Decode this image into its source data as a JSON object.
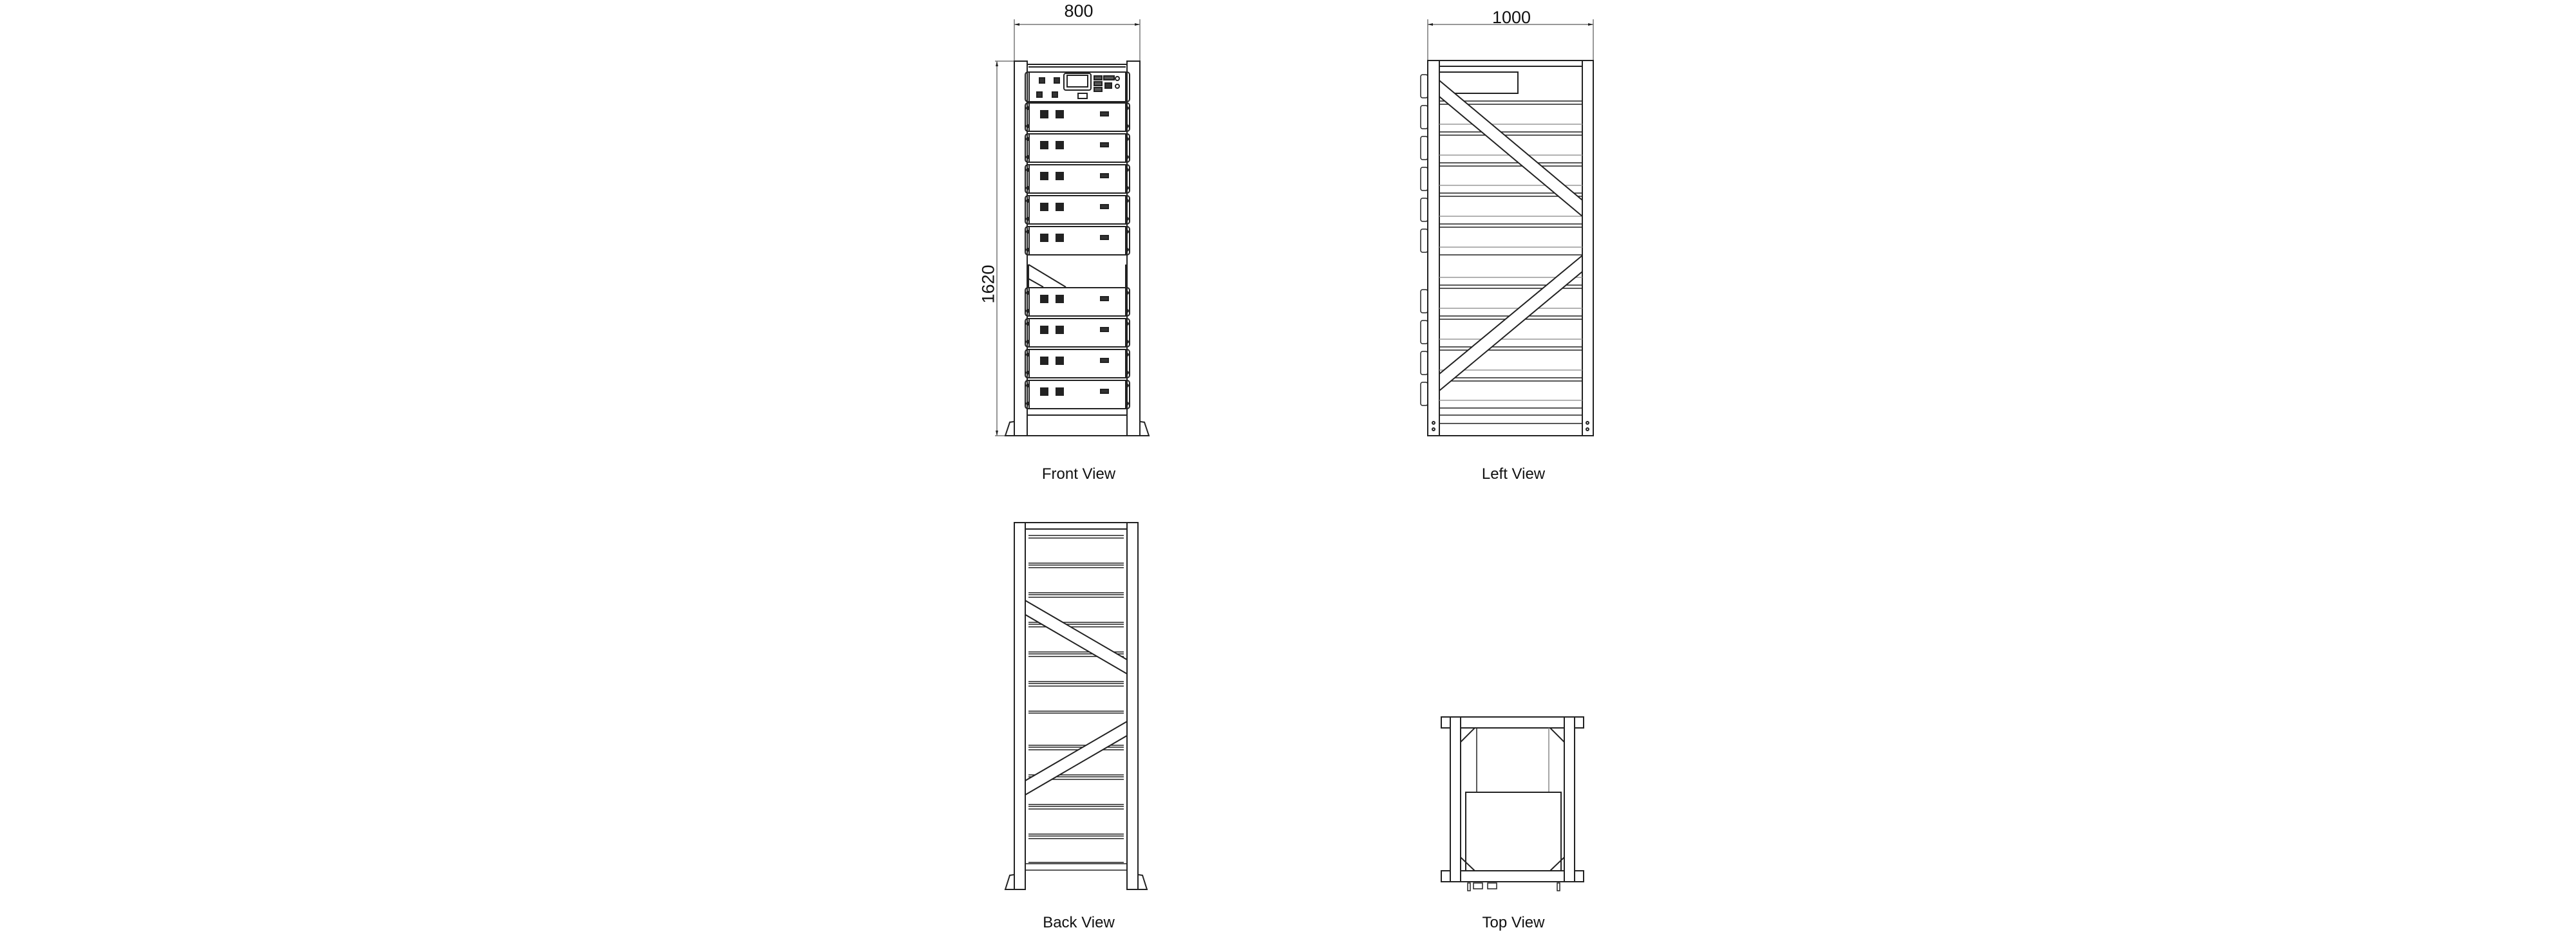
{
  "drawing": {
    "background": "#ffffff",
    "line_color": "#222222",
    "views": [
      {
        "id": "front",
        "label": "Front View",
        "modules_upper": 5,
        "modules_lower": 4,
        "has_control_panel": true
      },
      {
        "id": "left",
        "label": "Left View",
        "shelves": 9
      },
      {
        "id": "back",
        "label": "Back View",
        "shelves": 10
      },
      {
        "id": "top",
        "label": "Top View"
      }
    ],
    "dimensions": {
      "front_width": "800",
      "left_depth": "1000",
      "height": "1620"
    }
  }
}
